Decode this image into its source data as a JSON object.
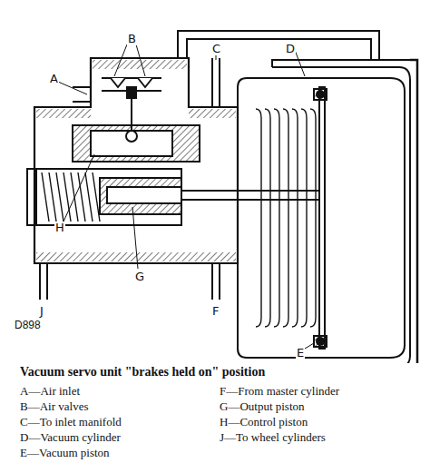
{
  "diagram": {
    "caption": "Vacuum servo unit \"brakes held on\" position",
    "labels": [
      "A",
      "B",
      "C",
      "D",
      "E",
      "F",
      "G",
      "H",
      "J",
      "D898",
      "A—Air inlet",
      "B—Air valves",
      "C—To inlet manifold",
      "D—Vacuum cylinder",
      "E—Vacuum piston",
      "F—From master cylinder",
      "G—Output piston",
      "H—Control piston",
      "J—To wheel cylinders"
    ]
  }
}
